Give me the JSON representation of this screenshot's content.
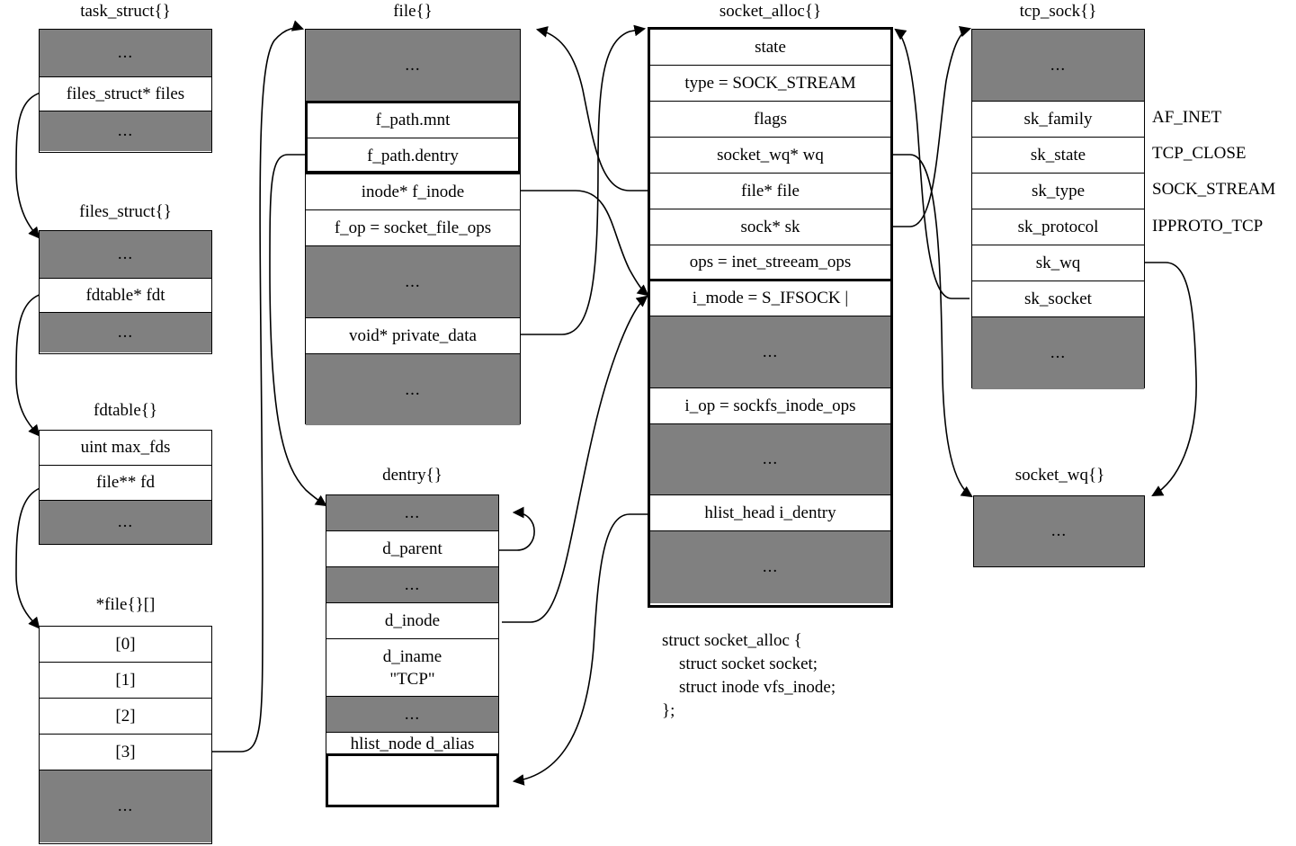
{
  "diagram": {
    "title_suffix": "{}",
    "code_note": "struct socket_alloc {\n    struct socket socket;\n    struct inode vfs_inode;\n};"
  },
  "structs": {
    "task_struct": {
      "title": "task_struct{}",
      "rows": [
        {
          "label": "...",
          "style": "gray"
        },
        {
          "label": "files_struct* files",
          "style": "white"
        },
        {
          "label": "...",
          "style": "gray"
        }
      ]
    },
    "files_struct": {
      "title": "files_struct{}",
      "rows": [
        {
          "label": "...",
          "style": "gray"
        },
        {
          "label": "fdtable* fdt",
          "style": "white"
        },
        {
          "label": "...",
          "style": "gray"
        }
      ]
    },
    "fdtable": {
      "title": "fdtable{}",
      "rows": [
        {
          "label": "uint max_fds",
          "style": "white"
        },
        {
          "label": "file** fd",
          "style": "white"
        },
        {
          "label": "...",
          "style": "gray"
        }
      ]
    },
    "file_array": {
      "title": "*file{}[]",
      "rows": [
        {
          "label": "[0]",
          "style": "white"
        },
        {
          "label": "[1]",
          "style": "white"
        },
        {
          "label": "[2]",
          "style": "white"
        },
        {
          "label": "[3]",
          "style": "white"
        },
        {
          "label": "...",
          "style": "gray"
        }
      ]
    },
    "file": {
      "title": "file{}",
      "rows": [
        {
          "label": "...",
          "style": "gray"
        },
        {
          "label": "f_path.mnt",
          "style": "white"
        },
        {
          "label": "f_path.dentry",
          "style": "white"
        },
        {
          "label": "inode* f_inode",
          "style": "white"
        },
        {
          "label": "f_op = socket_file_ops",
          "style": "white"
        },
        {
          "label": "...",
          "style": "gray"
        },
        {
          "label": "void* private_data",
          "style": "white"
        },
        {
          "label": "...",
          "style": "gray"
        }
      ]
    },
    "dentry": {
      "title": "dentry{}",
      "rows": [
        {
          "label": "...",
          "style": "gray"
        },
        {
          "label": "d_parent",
          "style": "white"
        },
        {
          "label": "...",
          "style": "gray"
        },
        {
          "label": "d_inode",
          "style": "white"
        },
        {
          "label": "d_iname",
          "label2": "\"TCP\"",
          "style": "white"
        },
        {
          "label": "...",
          "style": "gray"
        },
        {
          "label": "hlist_node d_alias",
          "style": "white"
        }
      ]
    },
    "socket_alloc": {
      "title": "socket_alloc{}",
      "rows": [
        {
          "label": "state",
          "style": "white"
        },
        {
          "label": "type = SOCK_STREAM",
          "style": "white"
        },
        {
          "label": "flags",
          "style": "white"
        },
        {
          "label": "socket_wq* wq",
          "style": "white"
        },
        {
          "label": "file* file",
          "style": "white"
        },
        {
          "label": "sock* sk",
          "style": "white"
        },
        {
          "label": "ops = inet_streeam_ops",
          "style": "white"
        },
        {
          "label": "i_mode = S_IFSOCK |",
          "style": "white"
        },
        {
          "label": "...",
          "style": "gray"
        },
        {
          "label": "i_op = sockfs_inode_ops",
          "style": "white"
        },
        {
          "label": "...",
          "style": "gray"
        },
        {
          "label": "hlist_head i_dentry",
          "style": "white"
        },
        {
          "label": "...",
          "style": "gray"
        }
      ]
    },
    "tcp_sock": {
      "title": "tcp_sock{}",
      "rows": [
        {
          "label": "...",
          "style": "gray",
          "note": ""
        },
        {
          "label": "sk_family",
          "style": "white",
          "note": "AF_INET"
        },
        {
          "label": "sk_state",
          "style": "white",
          "note": "TCP_CLOSE"
        },
        {
          "label": "sk_type",
          "style": "white",
          "note": "SOCK_STREAM"
        },
        {
          "label": "sk_protocol",
          "style": "white",
          "note": "IPPROTO_TCP"
        },
        {
          "label": "sk_wq",
          "style": "white",
          "note": ""
        },
        {
          "label": "sk_socket",
          "style": "white",
          "note": ""
        },
        {
          "label": "...",
          "style": "gray",
          "note": ""
        }
      ]
    },
    "socket_wq": {
      "title": "socket_wq{}",
      "rows": [
        {
          "label": "...",
          "style": "gray"
        }
      ]
    }
  },
  "colors": {
    "gray_fill": "#808080",
    "stroke": "#000000",
    "background": "#ffffff"
  }
}
